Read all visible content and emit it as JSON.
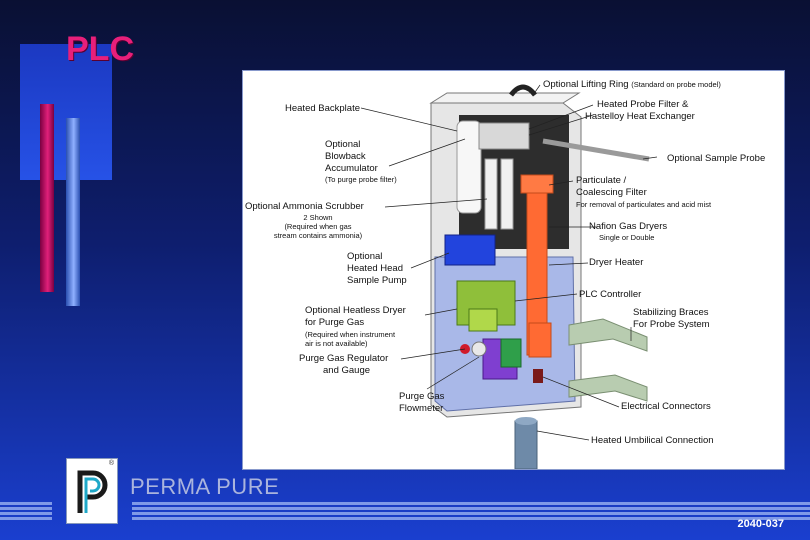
{
  "slide": {
    "title": "PLC",
    "brand": "PERMA PURE",
    "code": "2040-037",
    "colors": {
      "title": "#e81f7a",
      "background": "#1a3fcf",
      "stripes": "#7f99e8"
    }
  },
  "logo": {
    "icon": "perma-pure-logo-icon",
    "mark": "®"
  },
  "diagram": {
    "labels": {
      "lifting_ring": "Optional Lifting Ring",
      "lifting_ring_note": "(Standard on probe model)",
      "heated_backplate": "Heated Backplate",
      "heated_probe_filter": "Heated Probe Filter &",
      "hastelloy": "Hastelloy Heat Exchanger",
      "blowback_1": "Optional",
      "blowback_2": "Blowback",
      "blowback_3": "Accumulator",
      "blowback_note": "(To purge probe filter)",
      "sample_probe": "Optional Sample Probe",
      "particulate_1": "Particulate /",
      "particulate_2": "Coalescing Filter",
      "particulate_note": "For removal of particulates and acid mist",
      "ammonia": "Optional Ammonia Scrubber",
      "ammonia_note_1": "2 Shown",
      "ammonia_note_2": "(Required when gas",
      "ammonia_note_3": "stream contains ammonia)",
      "nafion": "Nafion Gas Dryers",
      "nafion_note": "Single or Double",
      "pump_1": "Optional",
      "pump_2": "Heated Head",
      "pump_3": "Sample Pump",
      "dryer_heater": "Dryer Heater",
      "plc_controller": "PLC Controller",
      "heatless_1": "Optional Heatless Dryer",
      "heatless_2": "for Purge Gas",
      "heatless_note_1": "(Required when instrument",
      "heatless_note_2": "air is not available)",
      "braces_1": "Stabilizing Braces",
      "braces_2": "For Probe System",
      "regulator_1": "Purge Gas Regulator",
      "regulator_2": "and Gauge",
      "flowmeter_1": "Purge Gas",
      "flowmeter_2": "Flowmeter",
      "electrical": "Electrical Connectors",
      "umbilical": "Heated Umbilical Connection"
    }
  }
}
